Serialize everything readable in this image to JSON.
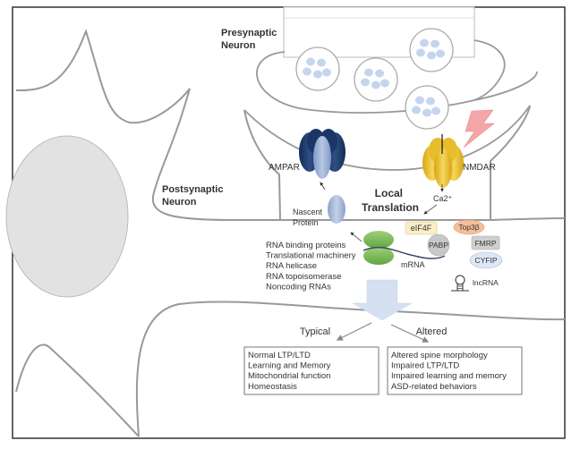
{
  "labels": {
    "presynaptic": [
      "Presynaptic",
      "Neuron"
    ],
    "postsynaptic": [
      "Postsynaptic",
      "Neuron"
    ],
    "local_translation": [
      "Local",
      "Translation"
    ],
    "ampar": "AMPAR",
    "nmdar": "NMDAR",
    "ca2": "Ca2⁺",
    "nascent_protein": [
      "Nascent",
      "Protein"
    ],
    "eif4f": "eIF4F",
    "pabp": "PABP",
    "top3b": "Top3β",
    "fmrp": "FMRP",
    "cyfip": "CYFIP",
    "mrna": "mRNA",
    "lncrna": "lncRNA",
    "typical": "Typical",
    "altered": "Altered"
  },
  "regulators": [
    "RNA binding proteins",
    "Translational machinery",
    "RNA helicase",
    "RNA topoisomerase",
    "Noncoding RNAs"
  ],
  "typical_outcomes": [
    "Normal LTP/LTD",
    "Learning and Memory",
    "Mitochondrial function",
    "Homeostasis"
  ],
  "altered_outcomes": [
    "Altered spine morphology",
    "Impaired LTP/LTD",
    "Impaired learning and memory",
    "ASD-related behaviors"
  ],
  "colors": {
    "ampar": "#1f3a6b",
    "nmdar": "#e8c02a",
    "ribosome": "#7fbf5a",
    "vesicle_dot": "#c5d5ee",
    "nucleus": "#e2e2e2",
    "arrow": "#d5e0f0",
    "lightning": "#f4a6a6"
  }
}
